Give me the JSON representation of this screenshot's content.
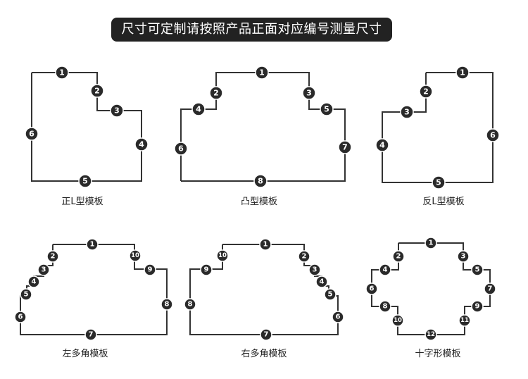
{
  "banner": {
    "title": "尺寸可定制请按照产品正面对应编号测量尺寸"
  },
  "colors": {
    "banner_bg": "#222222",
    "outline": "#333333",
    "badge_fill": "#2a2a2a",
    "badge_text": "#ffffff"
  },
  "shapes": [
    {
      "id": "l-shape",
      "caption": "正L型模板",
      "badges": [
        "1",
        "2",
        "3",
        "4",
        "5",
        "6"
      ]
    },
    {
      "id": "convex",
      "caption": "凸型模板",
      "badges": [
        "1",
        "2",
        "3",
        "4",
        "5",
        "6",
        "7",
        "8"
      ]
    },
    {
      "id": "reverse-l",
      "caption": "反L型模板",
      "badges": [
        "1",
        "2",
        "3",
        "4",
        "5",
        "6"
      ]
    },
    {
      "id": "left-polygon",
      "caption": "左多角模板",
      "badges": [
        "1",
        "2",
        "3",
        "4",
        "5",
        "6",
        "7",
        "8",
        "9",
        "10"
      ]
    },
    {
      "id": "right-polygon",
      "caption": "右多角模板",
      "badges": [
        "1",
        "2",
        "3",
        "4",
        "5",
        "6",
        "7",
        "8",
        "9",
        "10"
      ]
    },
    {
      "id": "cross",
      "caption": "十字形模板",
      "badges": [
        "1",
        "2",
        "3",
        "4",
        "5",
        "6",
        "7",
        "8",
        "9",
        "10",
        "11",
        "12"
      ]
    }
  ]
}
